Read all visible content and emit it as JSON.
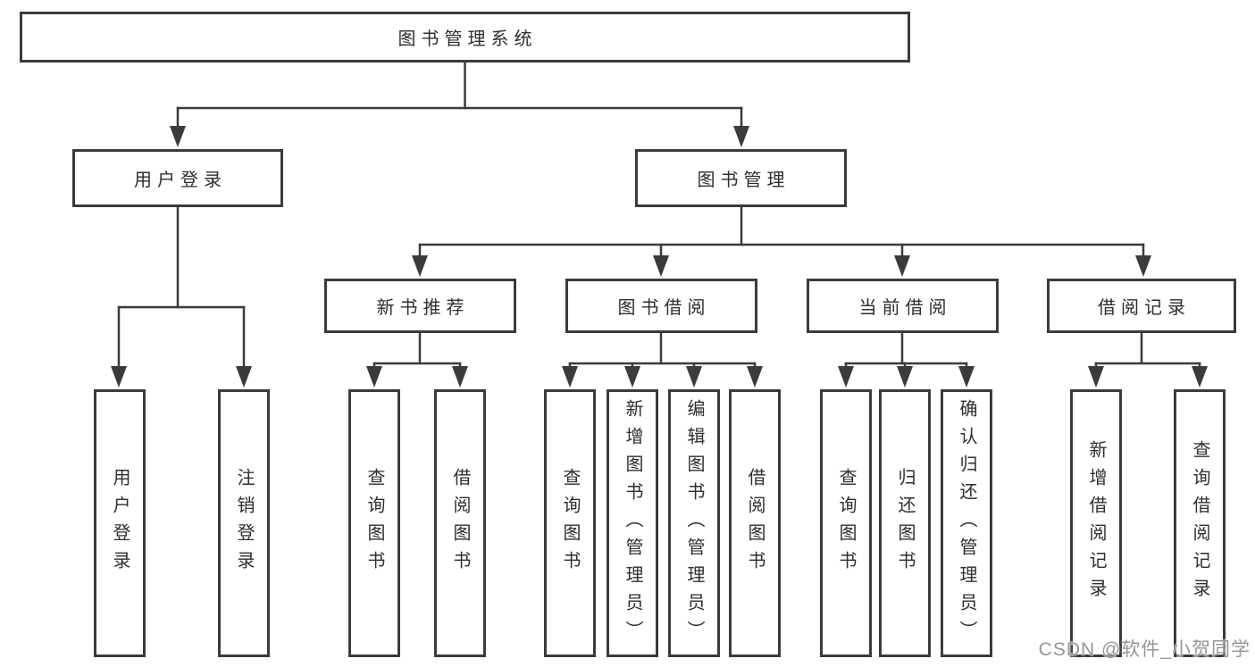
{
  "colors": {
    "line": "#3b3b3b",
    "box_border": "#3b3b3b",
    "text": "#2e2e2e",
    "background": "#ffffff",
    "watermark": "#969696"
  },
  "nodes": {
    "root": "图书管理系统",
    "user_login": "用户登录",
    "book_mgmt": "图书管理",
    "new_book": "新书推荐",
    "book_borrow": "图书借阅",
    "current_borrow": "当前借阅",
    "borrow_records": "借阅记录",
    "leaf_user_login": "用户登录",
    "leaf_logout": "注销登录",
    "leaf_nb_query": "查询图书",
    "leaf_nb_borrow": "借阅图书",
    "leaf_bb_query": "查询图书",
    "leaf_bb_add": "新增图书（管理员）",
    "leaf_bb_edit": "编辑图书（管理员）",
    "leaf_bb_borrow": "借阅图书",
    "leaf_cb_query": "查询图书",
    "leaf_cb_return": "归还图书",
    "leaf_cb_confirm": "确认归还（管理员）",
    "leaf_br_add": "新增借阅记录",
    "leaf_br_query": "查询借阅记录"
  },
  "watermark": "CSDN @软件_小贺同学"
}
